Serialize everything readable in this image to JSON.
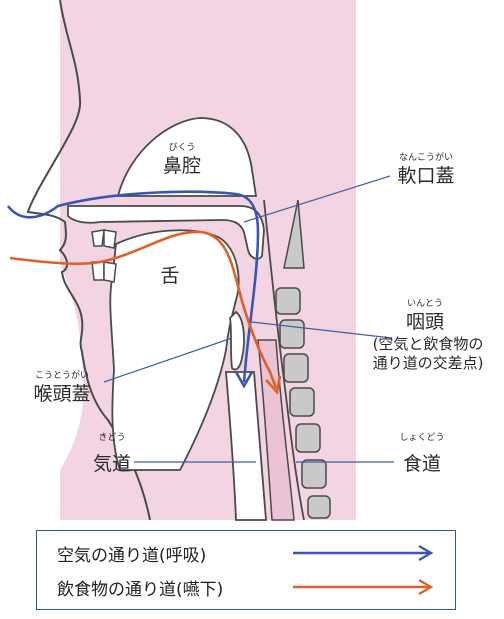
{
  "labels": {
    "nasal_cavity": {
      "ruby": "びくう",
      "text": "鼻腔"
    },
    "soft_palate": {
      "ruby": "なんこうがい",
      "text": "軟口蓋"
    },
    "tongue": {
      "text": "舌"
    },
    "pharynx": {
      "ruby": "いんとう",
      "text": "咽頭",
      "note_line1": "(空気と飲食物の",
      "note_line2": "通り道の交差点)"
    },
    "epiglottis": {
      "ruby": "こうとうがい",
      "text": "喉頭蓋"
    },
    "trachea": {
      "ruby": "きどう",
      "text": "気道"
    },
    "esophagus": {
      "ruby": "しょくどう",
      "text": "食道"
    }
  },
  "legend": {
    "air": {
      "text": "空気の通り道(呼吸)",
      "color": "#3a55b4"
    },
    "food": {
      "text": "飲食物の通り道(嚥下)",
      "color": "#e0602a"
    }
  },
  "colors": {
    "tissue": "#f2d4e3",
    "outline": "#4a4a4a",
    "vertebra": "#c9c9c9",
    "leader": "#3c5fa0"
  }
}
